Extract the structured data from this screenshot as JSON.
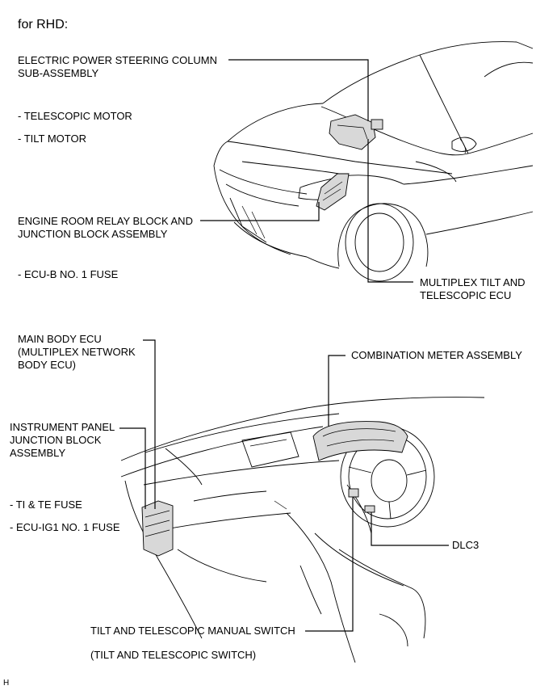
{
  "header": {
    "title": "for RHD:"
  },
  "labels": {
    "eps_column": "ELECTRIC POWER STEERING COLUMN\nSUB-ASSEMBLY",
    "telescopic_motor": "- TELESCOPIC MOTOR",
    "tilt_motor": "- TILT MOTOR",
    "engine_relay_block": "ENGINE ROOM RELAY BLOCK AND\nJUNCTION BLOCK ASSEMBLY",
    "ecu_b_fuse": "- ECU-B NO. 1 FUSE",
    "tilt_tele_ecu": "MULTIPLEX TILT AND\nTELESCOPIC ECU",
    "main_body_ecu": "MAIN BODY ECU\n(MULTIPLEX NETWORK\nBODY ECU)",
    "instrument_panel_jb": "INSTRUMENT PANEL\nJUNCTION BLOCK\nASSEMBLY",
    "ti_te_fuse": "- TI & TE FUSE",
    "ecu_ig1_fuse": "- ECU-IG1 NO. 1 FUSE",
    "combination_meter": "COMBINATION METER ASSEMBLY",
    "dlc3": "DLC3",
    "manual_switch": "TILT AND TELESCOPIC MANUAL SWITCH",
    "manual_switch_alt": "(TILT AND TELESCOPIC SWITCH)"
  },
  "footer": {
    "code": "H"
  }
}
